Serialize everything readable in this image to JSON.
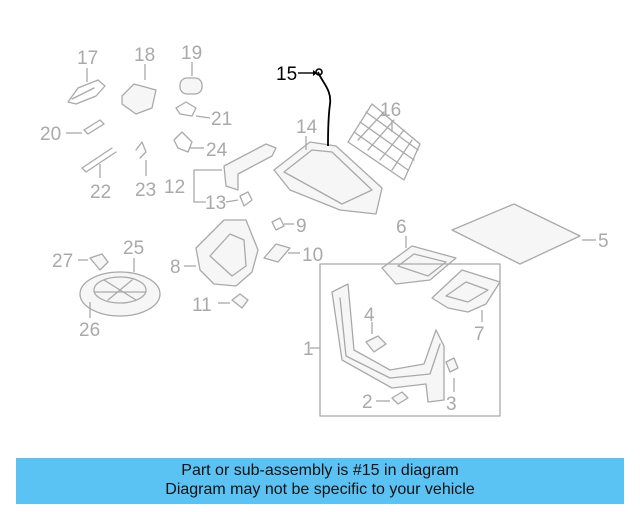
{
  "colors": {
    "banner_bg": "#5bc3f3",
    "callout_gray": "#a9a9a9",
    "highlight": "#000000"
  },
  "highlighted_part": "15",
  "callouts": [
    {
      "id": "c1",
      "label": "1"
    },
    {
      "id": "c2",
      "label": "2"
    },
    {
      "id": "c3",
      "label": "3"
    },
    {
      "id": "c4",
      "label": "4"
    },
    {
      "id": "c5",
      "label": "5"
    },
    {
      "id": "c6",
      "label": "6"
    },
    {
      "id": "c7",
      "label": "7"
    },
    {
      "id": "c8",
      "label": "8"
    },
    {
      "id": "c9",
      "label": "9"
    },
    {
      "id": "c10",
      "label": "10"
    },
    {
      "id": "c11",
      "label": "11"
    },
    {
      "id": "c12",
      "label": "12"
    },
    {
      "id": "c13",
      "label": "13"
    },
    {
      "id": "c14",
      "label": "14"
    },
    {
      "id": "c15",
      "label": "15"
    },
    {
      "id": "c16",
      "label": "16"
    },
    {
      "id": "c17",
      "label": "17"
    },
    {
      "id": "c18",
      "label": "18"
    },
    {
      "id": "c19",
      "label": "19"
    },
    {
      "id": "c20",
      "label": "20"
    },
    {
      "id": "c21",
      "label": "21"
    },
    {
      "id": "c22",
      "label": "22"
    },
    {
      "id": "c23",
      "label": "23"
    },
    {
      "id": "c24",
      "label": "24"
    },
    {
      "id": "c25",
      "label": "25"
    },
    {
      "id": "c26",
      "label": "26"
    },
    {
      "id": "c27",
      "label": "27"
    }
  ],
  "banner": {
    "line1": "Part or sub-assembly is #15 in diagram",
    "line2": "Diagram may not be specific to your vehicle"
  }
}
